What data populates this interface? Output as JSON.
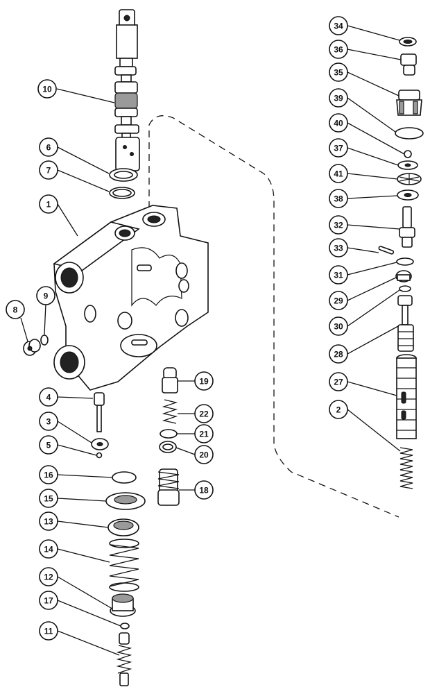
{
  "callouts": [
    {
      "label": "1"
    },
    {
      "label": "2"
    },
    {
      "label": "3"
    },
    {
      "label": "4"
    },
    {
      "label": "5"
    },
    {
      "label": "6"
    },
    {
      "label": "7"
    },
    {
      "label": "8"
    },
    {
      "label": "9"
    },
    {
      "label": "10"
    },
    {
      "label": "11"
    },
    {
      "label": "12"
    },
    {
      "label": "13"
    },
    {
      "label": "14"
    },
    {
      "label": "15"
    },
    {
      "label": "16"
    },
    {
      "label": "17"
    },
    {
      "label": "18"
    },
    {
      "label": "19"
    },
    {
      "label": "20"
    },
    {
      "label": "21"
    },
    {
      "label": "22"
    },
    {
      "label": "27"
    },
    {
      "label": "28"
    },
    {
      "label": "29"
    },
    {
      "label": "30"
    },
    {
      "label": "31"
    },
    {
      "label": "32"
    },
    {
      "label": "33"
    },
    {
      "label": "34"
    },
    {
      "label": "35"
    },
    {
      "label": "36"
    },
    {
      "label": "37"
    },
    {
      "label": "38"
    },
    {
      "label": "39"
    },
    {
      "label": "40"
    },
    {
      "label": "41"
    }
  ]
}
